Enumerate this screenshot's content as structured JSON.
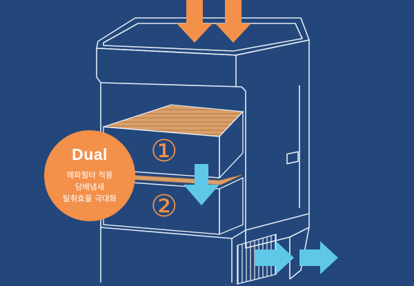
{
  "badge": {
    "title": "Dual",
    "lines": [
      "헤파필터 적용",
      "담배냄새",
      "탈취효율 극대화"
    ]
  },
  "filters": [
    {
      "label": "①"
    },
    {
      "label": "②"
    }
  ],
  "colors": {
    "background": "#23477b",
    "outline": "#e8eef6",
    "accent_orange": "#f3904a",
    "filter_wood": "#d9a06c",
    "airflow_cyan": "#5fc8e8"
  },
  "icons": {
    "intake": "arrow-down-orange",
    "filter_flow": "arrow-down-cyan",
    "exhaust": "arrow-right-cyan"
  }
}
